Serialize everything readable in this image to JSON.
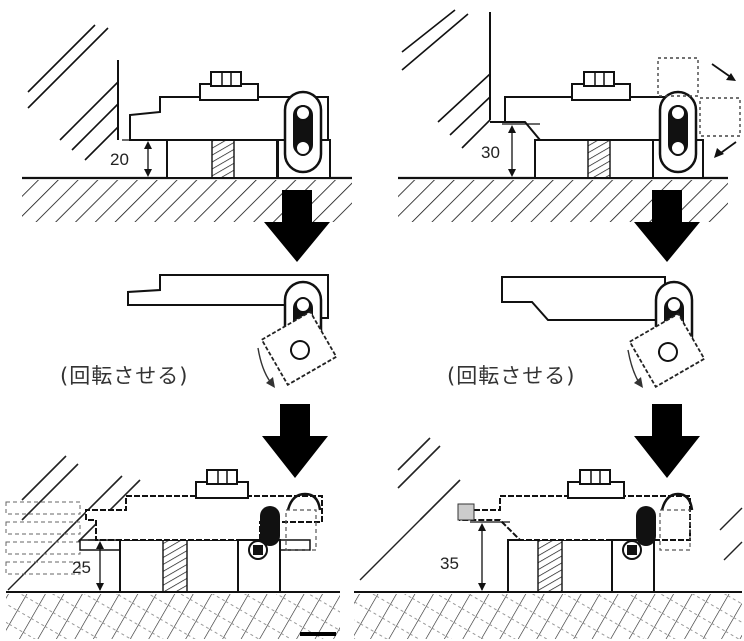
{
  "dimensions": {
    "top_left": "20",
    "top_right": "30",
    "bottom_left": "25",
    "bottom_right": "35"
  },
  "notes": {
    "rotate_left": "(回転させる)",
    "rotate_right": "(回転させる)"
  },
  "colors": {
    "line": "#111111",
    "arrow": "#000000",
    "background": "#ffffff"
  }
}
